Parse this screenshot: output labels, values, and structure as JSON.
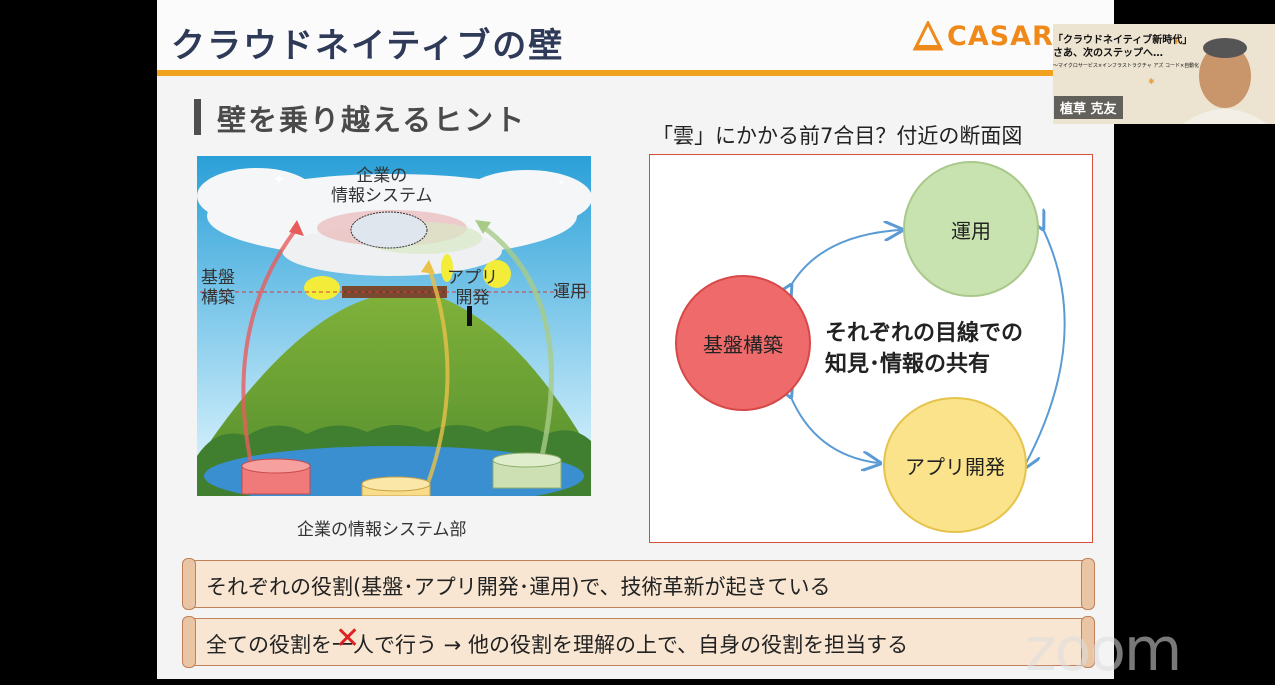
{
  "slide": {
    "title": "クラウドネイティブの壁",
    "logo": "CASARE",
    "subheading": "壁を乗り越えるヒント"
  },
  "illustration": {
    "top_label": "企業の\n情報システム",
    "label_kiban": "基盤\n構築",
    "label_app": "アプリ\n開発",
    "label_unyo": "運用",
    "bottom_label": "企業の情報システム部"
  },
  "diagram": {
    "caption": "「雲」にかかる前7合目？付近の断面図",
    "circle_unyo": "運用",
    "circle_kiban": "基盤構築",
    "circle_app": "アプリ開発",
    "share_line1": "それぞれの目線での",
    "share_line2": "知見･情報の共有"
  },
  "scrolls": {
    "line1": "それぞれの役割(基盤･アプリ開発･運用)で、技術革新が起きている",
    "line2_pre": "全ての役割を",
    "line2_struck": "一人",
    "line2_post": "で行う → 他の役割を理解の上で、自身の役割を担当する"
  },
  "zoom": {
    "watermark": "zoom"
  },
  "camera": {
    "banner_line1": "「クラウドネイティブ新時代」",
    "banner_line2": "さあ、次のステップへ…",
    "banner_line3": "～マイクロサービス×インフラストラクチャ アズ コード×自動化",
    "name": "植草 克友"
  },
  "colors": {
    "title_text": "#2e3a57",
    "accent_orange": "#f0a21d",
    "kiban_red": "#ef6b6b",
    "app_yellow": "#fae38a",
    "unyo_green": "#c9e3b0",
    "arrow_blue": "#5b9bd5",
    "box_border": "#d5503a"
  }
}
